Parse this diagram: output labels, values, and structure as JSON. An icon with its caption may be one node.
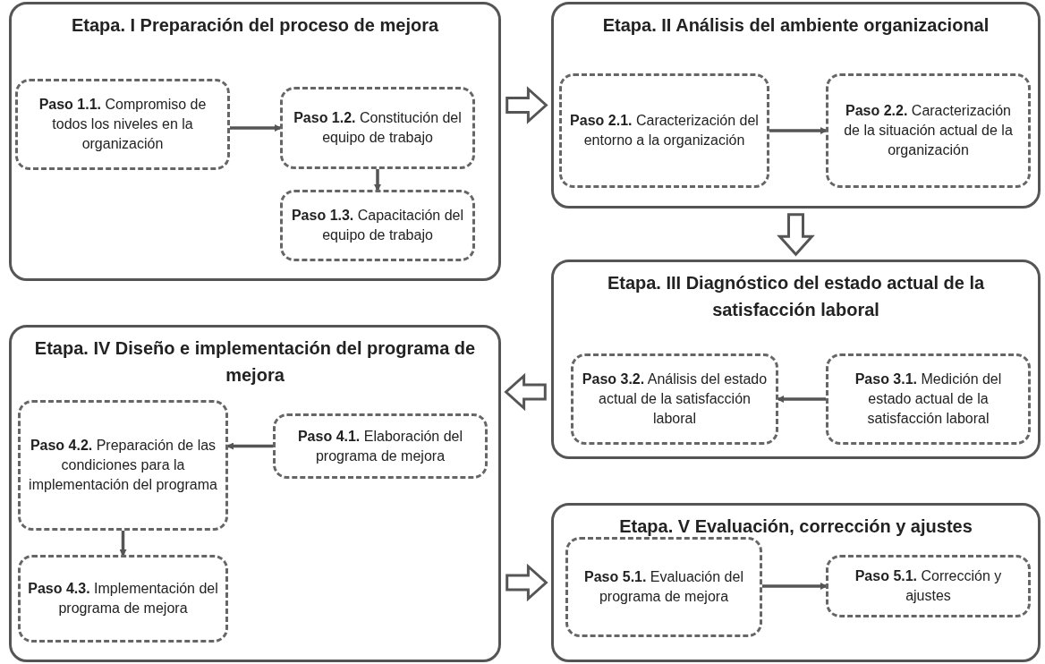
{
  "diagram": {
    "nodes": [
      {
        "text": [
          "Etapa. I Preparación del proceso de mejora"
        ]
      },
      {
        "text": [
          "**Paso 1.1.** Compromiso de todos los niveles en la organización"
        ],
        "in": 0
      },
      {
        "text": [
          "**Paso 1.2.** Constitución del equipo de trabajo"
        ],
        "in": 0
      },
      {
        "text": [
          "**Paso 1.3.** Capacitación del equipo de trabajo"
        ],
        "in": 0
      },
      {
        "text": [
          "Etapa. II Análisis del ambiente organizacional"
        ]
      },
      {
        "text": [
          "**Paso 2.1.** Caracterización del entorno a la organización"
        ],
        "in": 4
      },
      {
        "text": [
          "**Paso 2.2.** Caracterización de la situación actual de la organización"
        ],
        "in": 4
      },
      {
        "text": [
          "Etapa. III Diagnóstico del estado actual de la satisfacción laboral"
        ]
      },
      {
        "text": [
          "**Paso 3.2.** Análisis del estado actual de la satisfacción laboral"
        ],
        "in": 7
      },
      {
        "text": [
          "**Paso 3.1.** Medición del estado actual de la satisfacción laboral"
        ],
        "in": 7
      },
      {
        "text": [
          "Etapa. IV Diseño e implementación del programa de mejora"
        ]
      },
      {
        "text": [
          "**Paso  4.2.** Preparación de las condiciones para la implementación del programa"
        ],
        "in": 10
      },
      {
        "text": [
          "**Paso  4.1.** Elaboración del programa de mejora"
        ],
        "in": 10
      },
      {
        "text": [
          "**Paso 4.3.** Implementación del programa de mejora"
        ],
        "in": 10
      },
      {
        "text": [
          "Etapa. V Evaluación, corrección y ajustes"
        ]
      },
      {
        "text": [
          "**Paso  5.1.** Evaluación del programa de mejora"
        ],
        "in": 14
      },
      {
        "text": [
          "**Paso 5.1.** Corrección y ajustes"
        ],
        "in": 14
      }
    ],
    "edges": [
      {
        "from": 1,
        "to": 2,
        "arrow": "to"
      },
      {
        "from": 2,
        "to": 3,
        "arrow": "to"
      },
      {
        "from": 0,
        "to": 4,
        "arrow": "to",
        "style": "thick"
      },
      {
        "from": 5,
        "to": 6,
        "arrow": "to"
      },
      {
        "from": 4,
        "to": 7,
        "arrow": "to",
        "style": "thick"
      },
      {
        "from": 9,
        "to": 8,
        "arrow": "to"
      },
      {
        "from": 7,
        "to": 10,
        "arrow": "to",
        "style": "thick"
      },
      {
        "from": 12,
        "to": 11,
        "arrow": "to"
      },
      {
        "from": 11,
        "to": 13,
        "arrow": "to"
      },
      {
        "from": 10,
        "to": 14,
        "arrow": "to",
        "style": "thick"
      },
      {
        "from": 15,
        "to": 16,
        "arrow": "to"
      }
    ]
  }
}
